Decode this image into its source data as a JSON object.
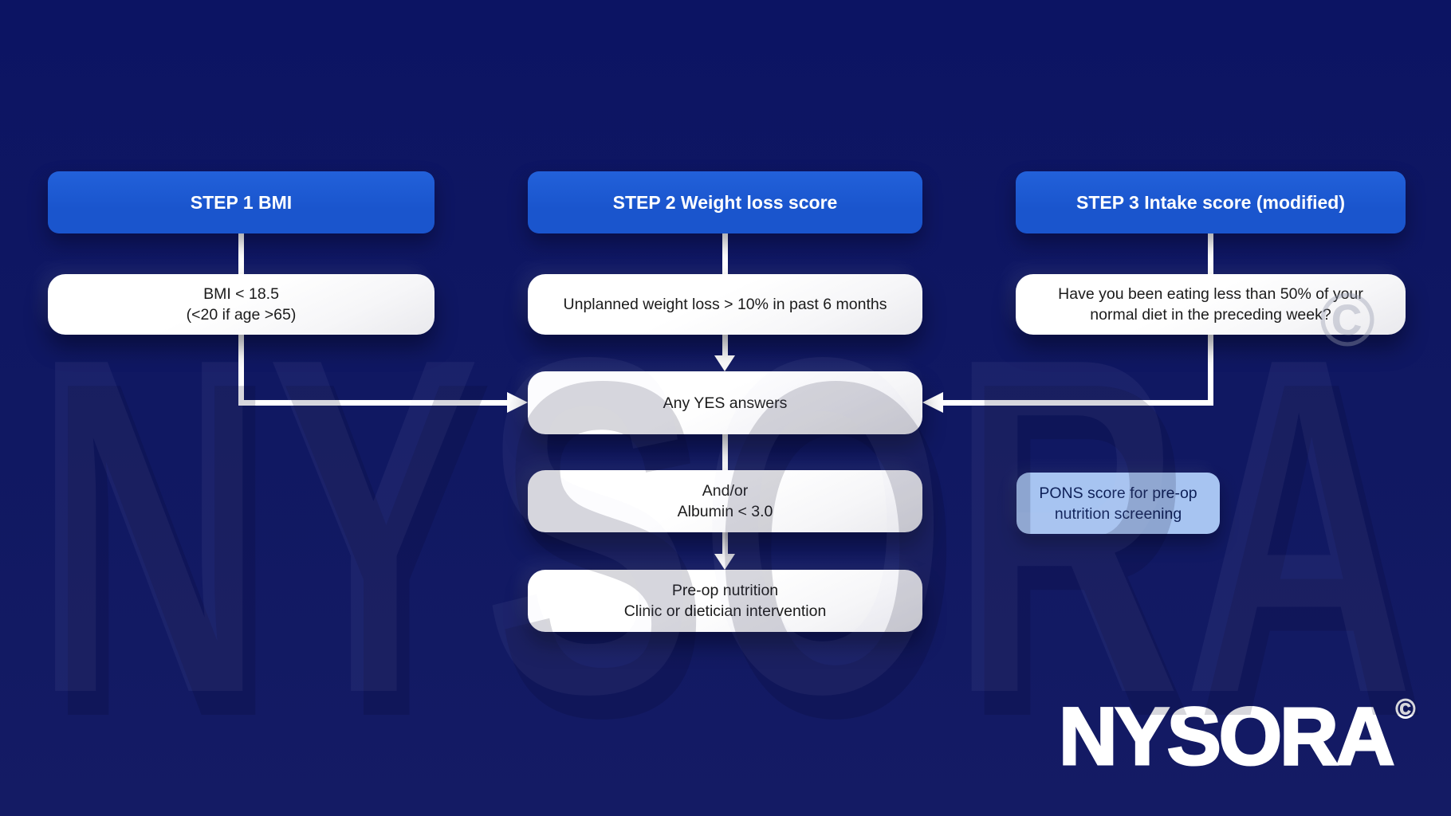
{
  "colors": {
    "background-navy": "#101862",
    "header-blue": "#1a55cd",
    "pons-blue": "#a7c4f1",
    "pons-text": "#0e2058",
    "box-text": "#1b1b1b",
    "arrow-white": "#ffffff"
  },
  "watermark": {
    "text": "NYSORA",
    "mark": "©"
  },
  "steps": [
    {
      "title": "STEP 1 BMI",
      "lines": [
        "BMI < 18.5",
        "(<20 if age >65)"
      ]
    },
    {
      "title": "STEP 2 Weight loss score",
      "lines": [
        "Unplanned weight loss > 10% in past 6 months"
      ]
    },
    {
      "title": "STEP 3 Intake score (modified)",
      "lines": [
        "Have you been eating less than 50% of your",
        "normal diet in the preceding week?"
      ]
    }
  ],
  "merge": {
    "label": "Any YES answers"
  },
  "albumin": {
    "lines": [
      "And/or",
      "Albumin < 3.0"
    ]
  },
  "outcome": {
    "lines": [
      "Pre-op nutrition",
      "Clinic or dietician intervention"
    ]
  },
  "pons": {
    "lines": [
      "PONS score for pre-op",
      "nutrition screening"
    ]
  },
  "logo": {
    "text": "NYSORA",
    "mark": "©"
  }
}
